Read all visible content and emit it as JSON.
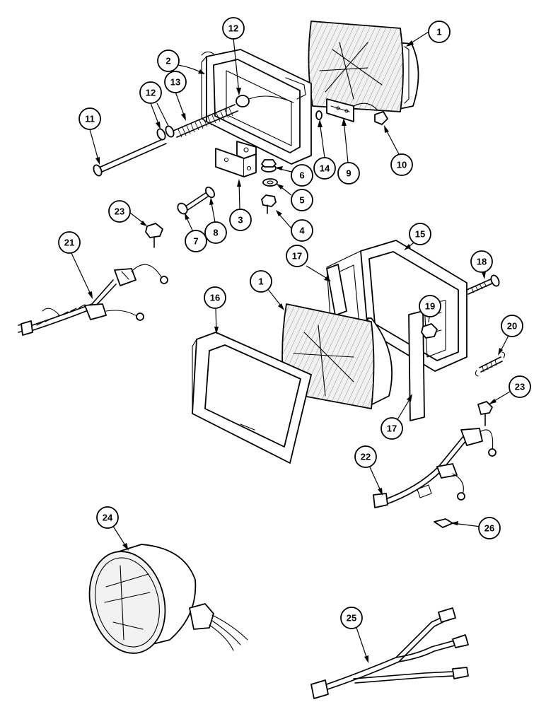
{
  "callouts": [
    {
      "id": "c1a",
      "text": "1"
    },
    {
      "id": "c2",
      "text": "2"
    },
    {
      "id": "c12a",
      "text": "12"
    },
    {
      "id": "c12b",
      "text": "12"
    },
    {
      "id": "c13",
      "text": "13"
    },
    {
      "id": "c11",
      "text": "11"
    },
    {
      "id": "c14",
      "text": "14"
    },
    {
      "id": "c9",
      "text": "9"
    },
    {
      "id": "c10",
      "text": "10"
    },
    {
      "id": "c6",
      "text": "6"
    },
    {
      "id": "c5",
      "text": "5"
    },
    {
      "id": "c4",
      "text": "4"
    },
    {
      "id": "c3",
      "text": "3"
    },
    {
      "id": "c8",
      "text": "8"
    },
    {
      "id": "c7",
      "text": "7"
    },
    {
      "id": "c23a",
      "text": "23"
    },
    {
      "id": "c21",
      "text": "21"
    },
    {
      "id": "c17a",
      "text": "17"
    },
    {
      "id": "c15",
      "text": "15"
    },
    {
      "id": "c1b",
      "text": "1"
    },
    {
      "id": "c16",
      "text": "16"
    },
    {
      "id": "c18",
      "text": "18"
    },
    {
      "id": "c19",
      "text": "19"
    },
    {
      "id": "c20",
      "text": "20"
    },
    {
      "id": "c23b",
      "text": "23"
    },
    {
      "id": "c17b",
      "text": "17"
    },
    {
      "id": "c22",
      "text": "22"
    },
    {
      "id": "c26",
      "text": "26"
    },
    {
      "id": "c24",
      "text": "24"
    },
    {
      "id": "c25",
      "text": "25"
    }
  ]
}
